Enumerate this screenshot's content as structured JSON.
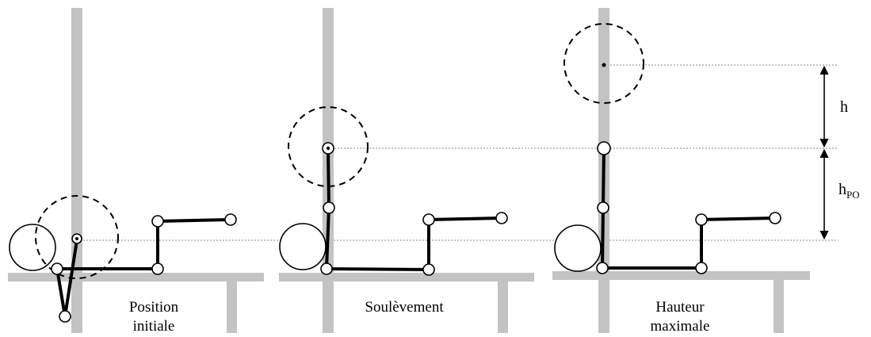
{
  "captions": {
    "initial": [
      "Position",
      "initiale"
    ],
    "lift": "Soulèvement",
    "max": [
      "Hauteur",
      "maximale"
    ]
  },
  "labels": {
    "h": "h",
    "hpo_main": "h",
    "hpo_sub": "PO"
  },
  "colors": {
    "support": "#c3c3c3",
    "body": "#000000",
    "guide_line": "#8a8a8a"
  }
}
